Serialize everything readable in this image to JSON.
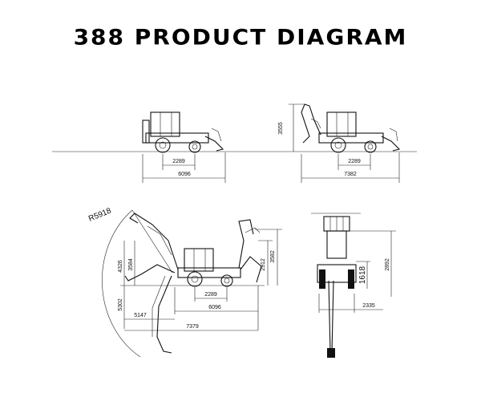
{
  "title": "388 PRODUCT DIAGRAM",
  "view_a": {
    "wheelbase": "2289",
    "length": "6096"
  },
  "view_b": {
    "wheelbase": "2289",
    "length": "7382",
    "height": "3555"
  },
  "view_c": {
    "radius": "R5918",
    "h_4326": "4326",
    "h_3584": "3584",
    "h_5302": "5302",
    "h_2912": "2912",
    "h_3582": "3582",
    "wheelbase": "2289",
    "length_6096": "6096",
    "reach_5147": "5147",
    "reach_7379": "7379"
  },
  "view_d": {
    "h_1618": "1618",
    "h_2892": "2892",
    "width_2335": "2335"
  }
}
